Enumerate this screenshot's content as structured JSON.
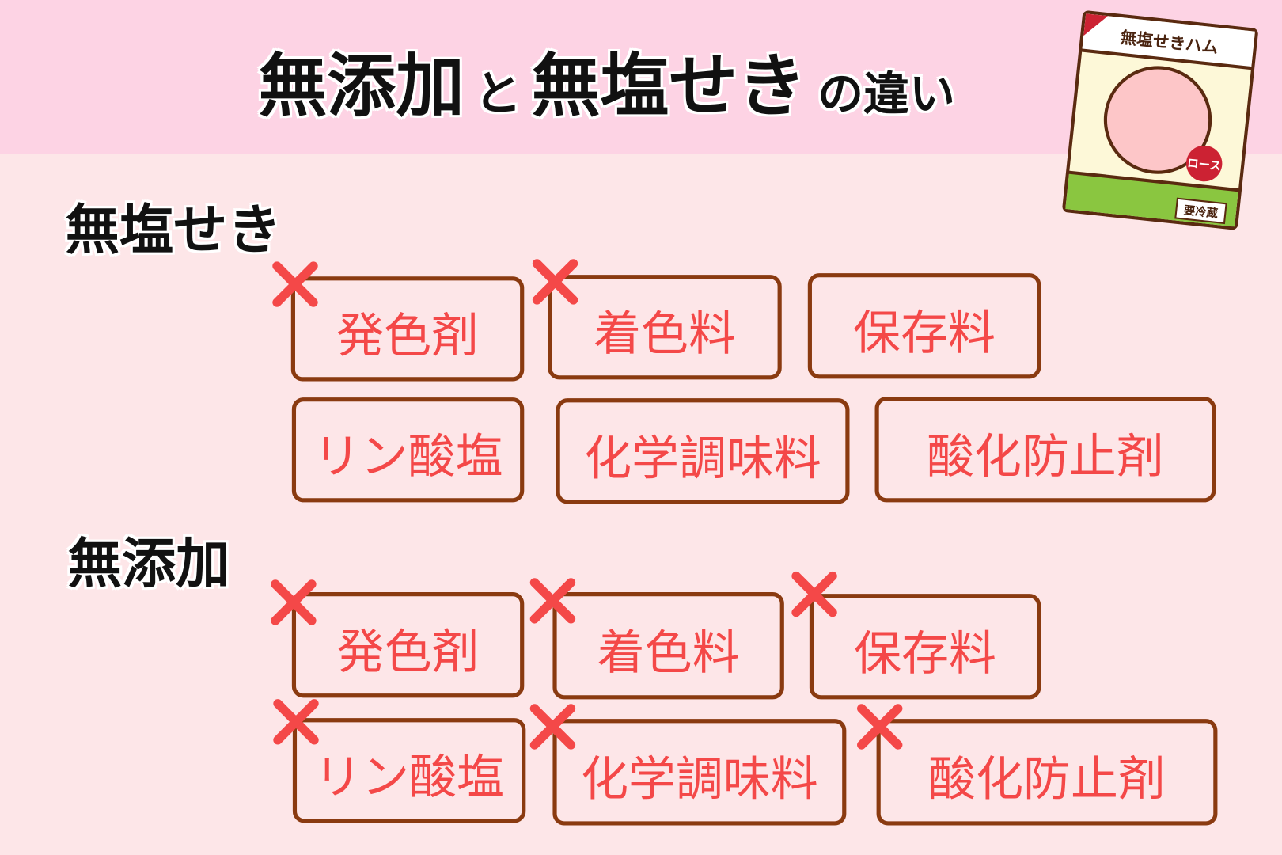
{
  "title": {
    "part1": "無添加",
    "connector": "と",
    "part2": "無塩せき",
    "suffix": "の違い"
  },
  "package": {
    "label": "無塩せきハム",
    "badge": "ロース",
    "note": "要冷蔵"
  },
  "sections": [
    {
      "heading": "無塩せき",
      "items": [
        {
          "label": "発色剤",
          "crossed": true
        },
        {
          "label": "着色料",
          "crossed": true
        },
        {
          "label": "保存料",
          "crossed": false
        },
        {
          "label": "リン酸塩",
          "crossed": false
        },
        {
          "label": "化学調味料",
          "crossed": false
        },
        {
          "label": "酸化防止剤",
          "crossed": false
        }
      ]
    },
    {
      "heading": "無添加",
      "items": [
        {
          "label": "発色剤",
          "crossed": true
        },
        {
          "label": "着色料",
          "crossed": true
        },
        {
          "label": "保存料",
          "crossed": true
        },
        {
          "label": "リン酸塩",
          "crossed": true
        },
        {
          "label": "化学調味料",
          "crossed": true
        },
        {
          "label": "酸化防止剤",
          "crossed": true
        }
      ]
    }
  ],
  "colors": {
    "header_band": "#fdd3e4",
    "background": "#fde6e8",
    "box_border": "#8a3a10",
    "item_text": "#f44848",
    "cross": "#f44848"
  }
}
